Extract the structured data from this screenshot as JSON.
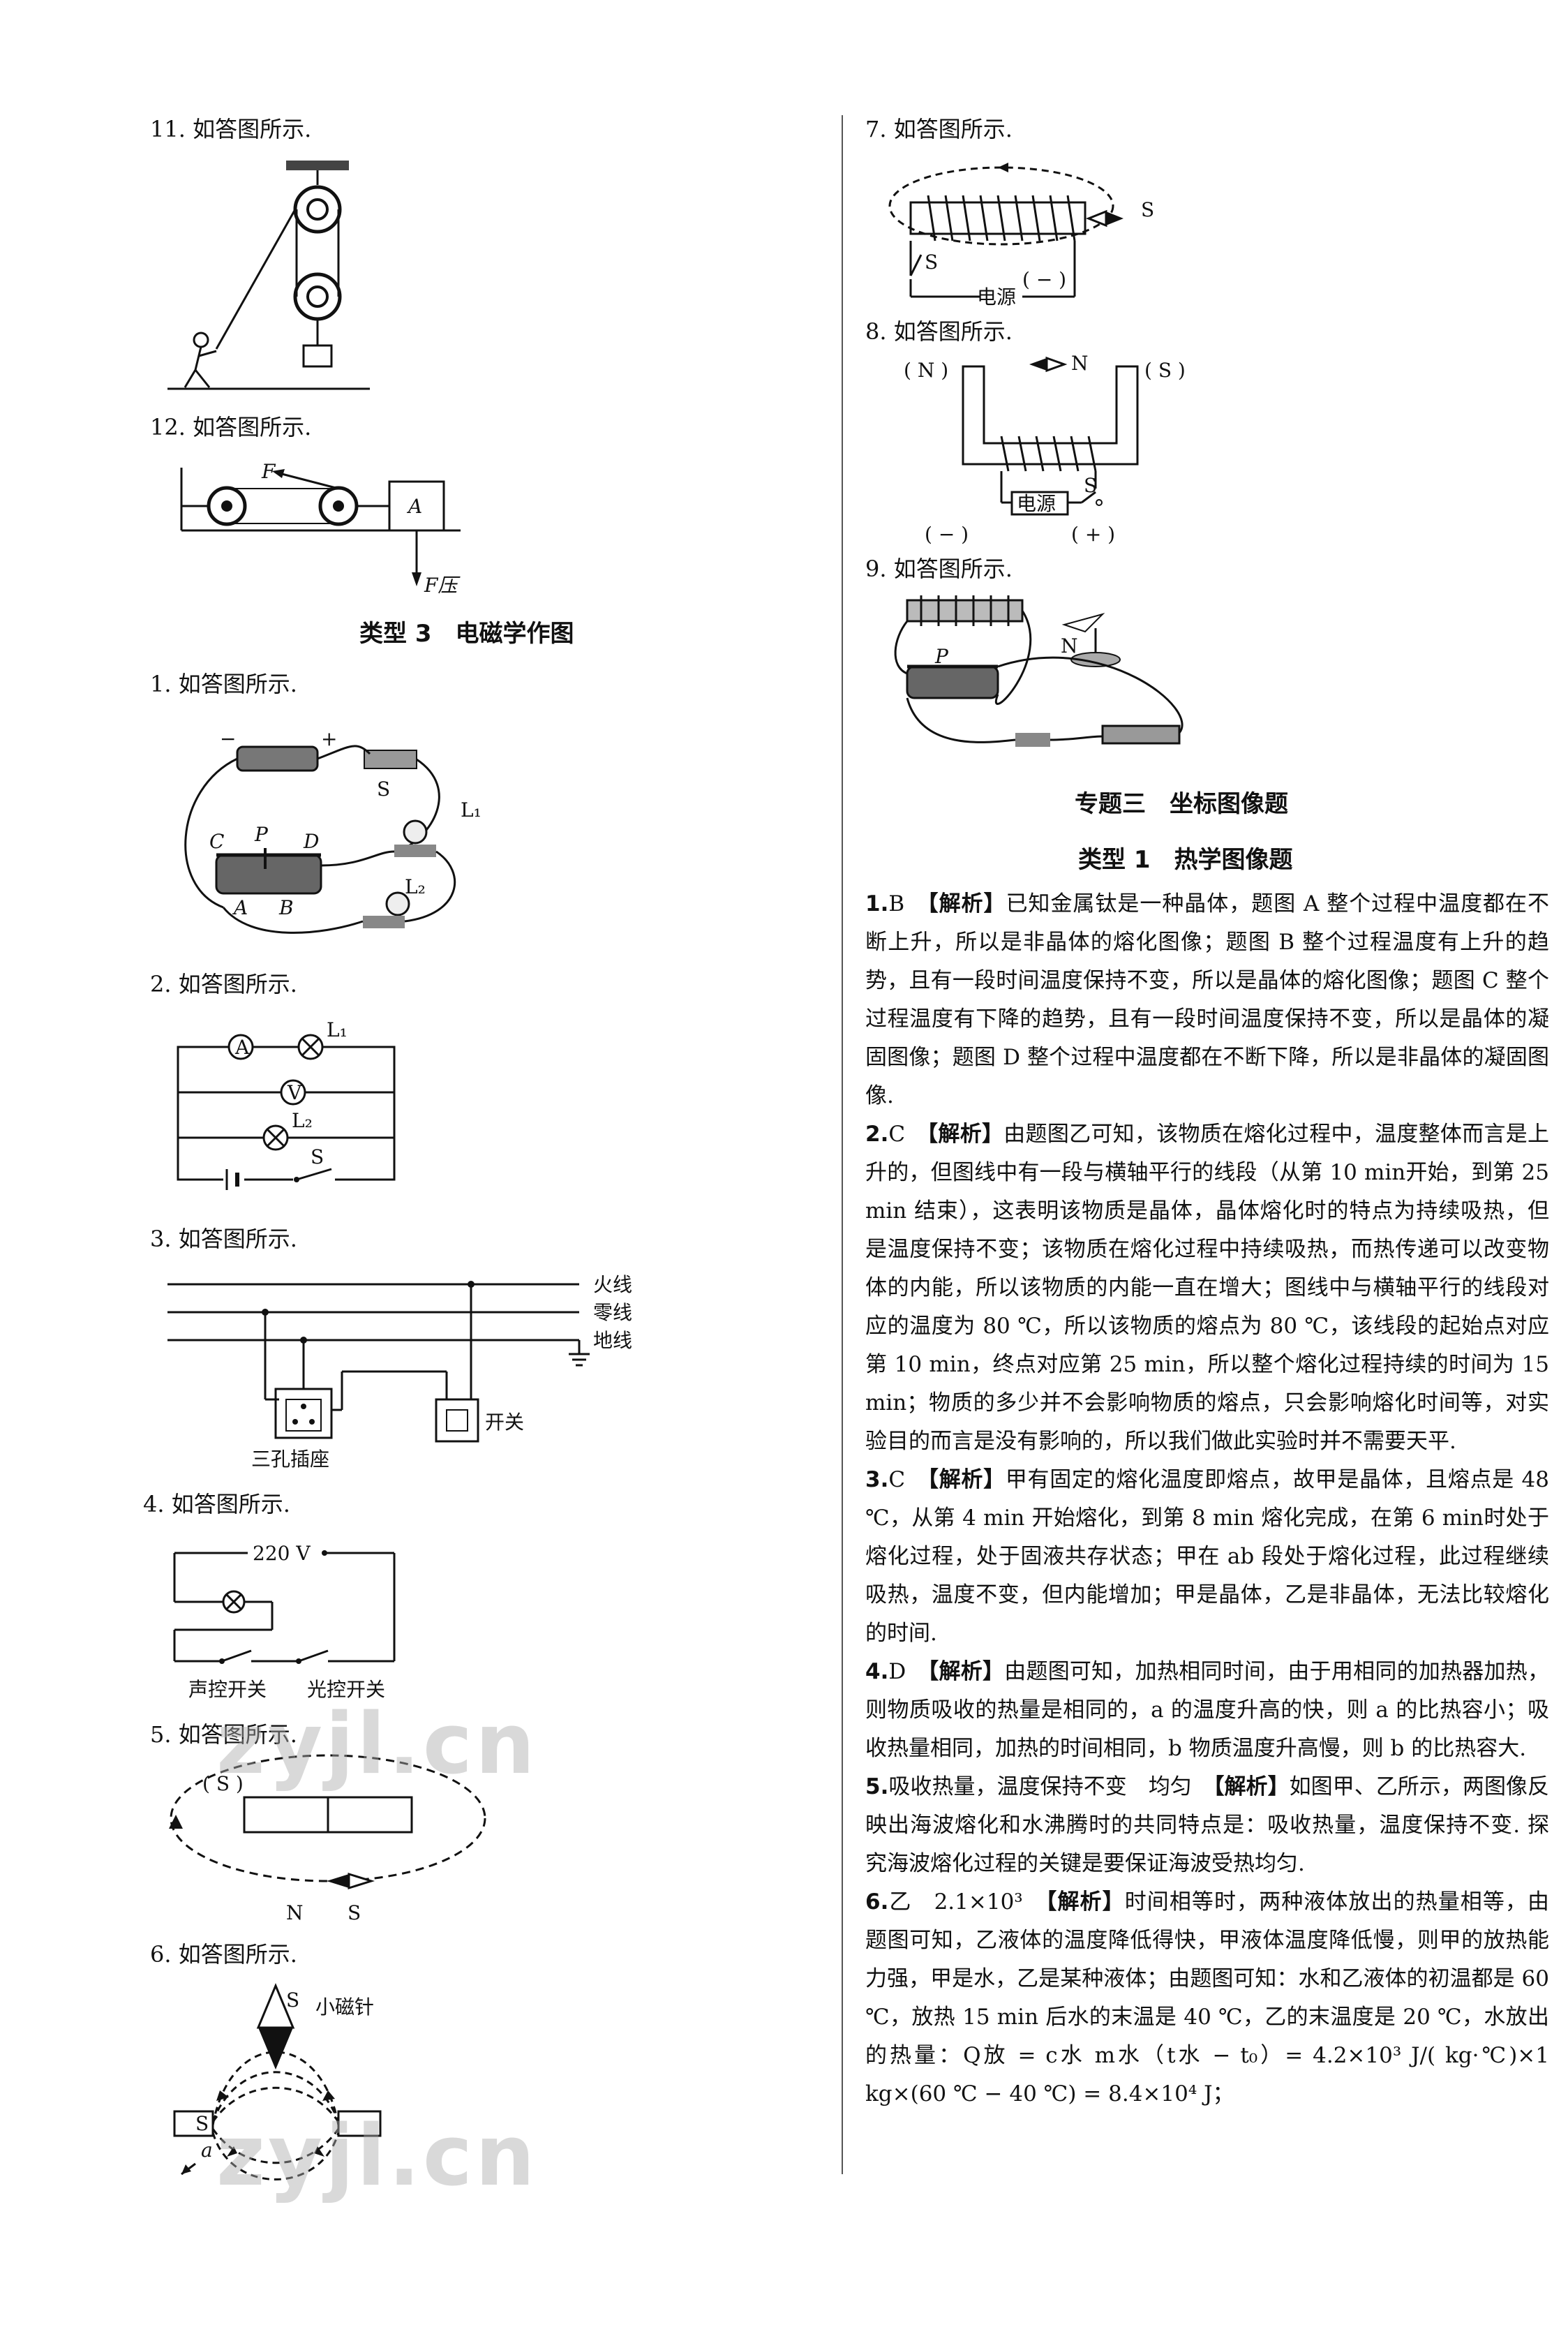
{
  "left": {
    "q11": {
      "label": "11. 如答图所示."
    },
    "q12": {
      "label": "12. 如答图所示.",
      "f": "F",
      "a": "A",
      "fpress": "F压"
    },
    "type3": {
      "title": "类型 3　电磁学作图"
    },
    "q1": {
      "label": "1. 如答图所示.",
      "minus": "−",
      "plus": "+",
      "s": "S",
      "l1": "L₁",
      "c": "C",
      "p": "P",
      "d": "D",
      "a": "A",
      "b": "B",
      "l2": "L₂"
    },
    "q2": {
      "label": "2. 如答图所示.",
      "ammeter": "A",
      "voltmeter": "V",
      "l1": "L₁",
      "l2": "L₂",
      "s": "S"
    },
    "q3": {
      "label": "3. 如答图所示.",
      "live": "火线",
      "neutral": "零线",
      "ground": "地线",
      "socket": "三孔插座",
      "switch": "开关"
    },
    "q4": {
      "label": "4. 如答图所示.",
      "voltage": "220 V",
      "sound_switch": "声控开关",
      "light_switch": "光控开关"
    },
    "q5": {
      "label": "5. 如答图所示.",
      "s_paren": "( S )",
      "n": "N",
      "s": "S"
    },
    "q6": {
      "label": "6. 如答图所示.",
      "s_top": "S",
      "needle": "小磁针",
      "s_left": "S",
      "a": "a"
    }
  },
  "right": {
    "q7": {
      "label": "7. 如答图所示.",
      "s": "S",
      "s2": "S",
      "power": "电源",
      "minus": "( − )"
    },
    "q8": {
      "label": "8. 如答图所示.",
      "n_paren": "( N )",
      "n": "N",
      "s_paren": "( S )",
      "power": "电源",
      "s": "S",
      "minus": "( − )",
      "plus": "( + )"
    },
    "q9": {
      "label": "9. 如答图所示.",
      "n": "N",
      "p": "P"
    },
    "topic3": {
      "title": "专题三　坐标图像题"
    },
    "type1": {
      "title": "类型 1　热学图像题"
    },
    "answers": [
      {
        "num": "1.",
        "key": "B",
        "tag": "【解析】",
        "text": "已知金属钛是一种晶体，题图 A 整个过程中温度都在不断上升，所以是非晶体的熔化图像；题图 B 整个过程温度有上升的趋势，且有一段时间温度保持不变，所以是晶体的熔化图像；题图 C 整个过程温度有下降的趋势，且有一段时间温度保持不变，所以是晶体的凝固图像；题图 D 整个过程中温度都在不断下降，所以是非晶体的凝固图像."
      },
      {
        "num": "2.",
        "key": "C",
        "tag": "【解析】",
        "text": "由题图乙可知，该物质在熔化过程中，温度整体而言是上升的，但图线中有一段与横轴平行的线段（从第 10 min开始，到第 25 min 结束），这表明该物质是晶体，晶体熔化时的特点为持续吸热，但是温度保持不变；该物质在熔化过程中持续吸热，而热传递可以改变物体的内能，所以该物质的内能一直在增大；图线中与横轴平行的线段对应的温度为 80 ℃，所以该物质的熔点为 80 ℃，该线段的起始点对应第 10 min，终点对应第 25 min，所以整个熔化过程持续的时间为 15 min；物质的多少并不会影响物质的熔点，只会影响熔化时间等，对实验目的而言是没有影响的，所以我们做此实验时并不需要天平."
      },
      {
        "num": "3.",
        "key": "C",
        "tag": "【解析】",
        "text": "甲有固定的熔化温度即熔点，故甲是晶体，且熔点是 48 ℃，从第 4 min 开始熔化，到第 8 min 熔化完成，在第 6 min时处于熔化过程，处于固液共存状态；甲在 ab 段处于熔化过程，此过程继续吸热，温度不变，但内能增加；甲是晶体，乙是非晶体，无法比较熔化的时间."
      },
      {
        "num": "4.",
        "key": "D",
        "tag": "【解析】",
        "text": "由题图可知，加热相同时间，由于用相同的加热器加热，则物质吸收的热量是相同的，a 的温度升高的快，则 a 的比热容小；吸收热量相同，加热的时间相同，b 物质温度升高慢，则 b 的比热容大."
      },
      {
        "num": "5.",
        "key": "吸收热量，温度保持不变　均匀",
        "tag": "【解析】",
        "text": "如图甲、乙所示，两图像反映出海波熔化和水沸腾时的共同特点是：吸收热量，温度保持不变. 探究海波熔化过程的关键是要保证海波受热均匀."
      },
      {
        "num": "6.",
        "key": "乙　2.1×10³",
        "tag": "【解析】",
        "text": "时间相等时，两种液体放出的热量相等，由题图可知，乙液体的温度降低得快，甲液体温度降低慢，则甲的放热能力强，甲是水，乙是某种液体；由题图可知：水和乙液体的初温都是 60 ℃，放热 15 min 后水的末温是 40 ℃，乙的末温度是 20 ℃，水放出的热量：Q放 = c水 m水（t水 − t₀）= 4.2×10³ J/( kg·℃)×1 kg×(60 ℃ − 40 ℃) = 8.4×10⁴ J；"
      }
    ]
  },
  "watermarks": [
    "zyjl.cn",
    "zyjl.cn"
  ]
}
